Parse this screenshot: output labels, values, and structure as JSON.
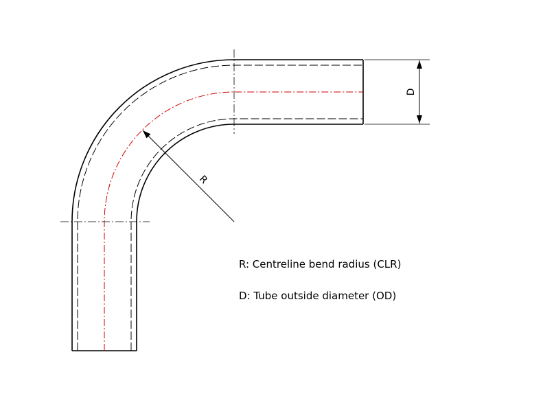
{
  "diagram": {
    "labels": {
      "radius_symbol": "R",
      "diameter_symbol": "D"
    },
    "legend": [
      "R: Centreline bend radius (CLR)",
      "D: Tube outside diameter (OD)"
    ],
    "colors": {
      "outline": "#000000",
      "centreline": "#cc0000",
      "background": "#ffffff"
    }
  }
}
